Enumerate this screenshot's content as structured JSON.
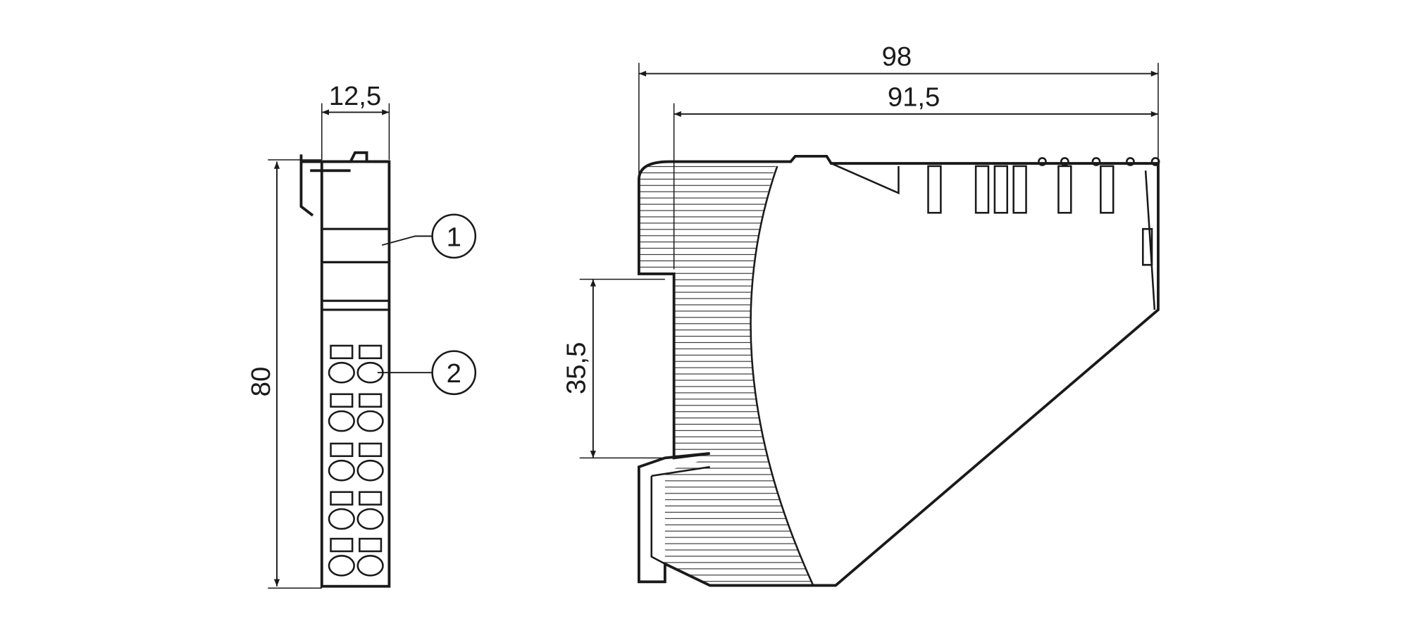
{
  "drawing": {
    "front_view": {
      "width_dimension": "12,5",
      "height_dimension": "80",
      "callouts": [
        "1",
        "2"
      ]
    },
    "side_view": {
      "depth_total_dimension": "98",
      "depth_dimension": "91,5",
      "rail_dimension": "35,5"
    }
  },
  "colors": {
    "line": "#1a1a1a",
    "background": "#ffffff"
  }
}
